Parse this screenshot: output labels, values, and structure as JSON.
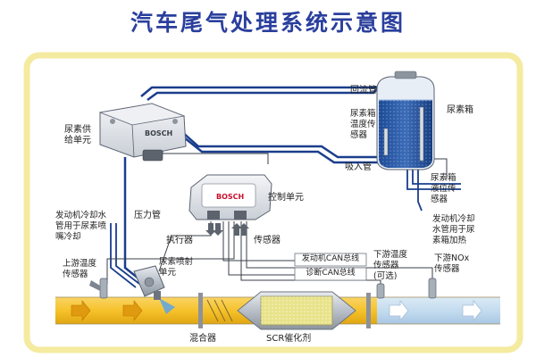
{
  "title": "汽车尾气处理系统示意图",
  "brand": "BOSCH",
  "labels": {
    "return_pipe": "回流管",
    "urea_tank": "尿素箱",
    "tank_temp_sensor": [
      "尿素箱",
      "温度传",
      "感器"
    ],
    "suction_pipe": "吸入管",
    "urea_supply_unit": [
      "尿素供",
      "给单元"
    ],
    "control_unit": "控制单元",
    "tank_level_sensor": [
      "尿素箱",
      "液位传",
      "感器"
    ],
    "pressure_pipe": "压力管",
    "engine_coolant": [
      "发动机冷却水",
      "管用于尿素喷",
      "嘴冷却"
    ],
    "coolant_heating": [
      "发动机冷却",
      "水管用于尿",
      "素箱加热"
    ],
    "actuator": "执行器",
    "sensor": "传感器",
    "engine_can": "发动机CAN总线",
    "diag_can": "诊断CAN总线",
    "upstream_temp": [
      "上游温度",
      "传感器"
    ],
    "urea_injector": [
      "尿素喷射",
      "单元"
    ],
    "downstream_temp": [
      "下游温度",
      "传感器",
      "(可选)"
    ],
    "downstream_nox": [
      "下游NOx",
      "传感器"
    ],
    "mixer": "混合器",
    "scr_catalyst": "SCR催化剂"
  },
  "colors": {
    "title": "#2a3f9d",
    "frame": "#f4eba0",
    "blue_line": "#1a3e8c",
    "urea": "#1f4f9e",
    "hot_exhaust": "#f2c034",
    "clean_exhaust": "#c6ddf0",
    "metal": "#b7bdc6"
  }
}
